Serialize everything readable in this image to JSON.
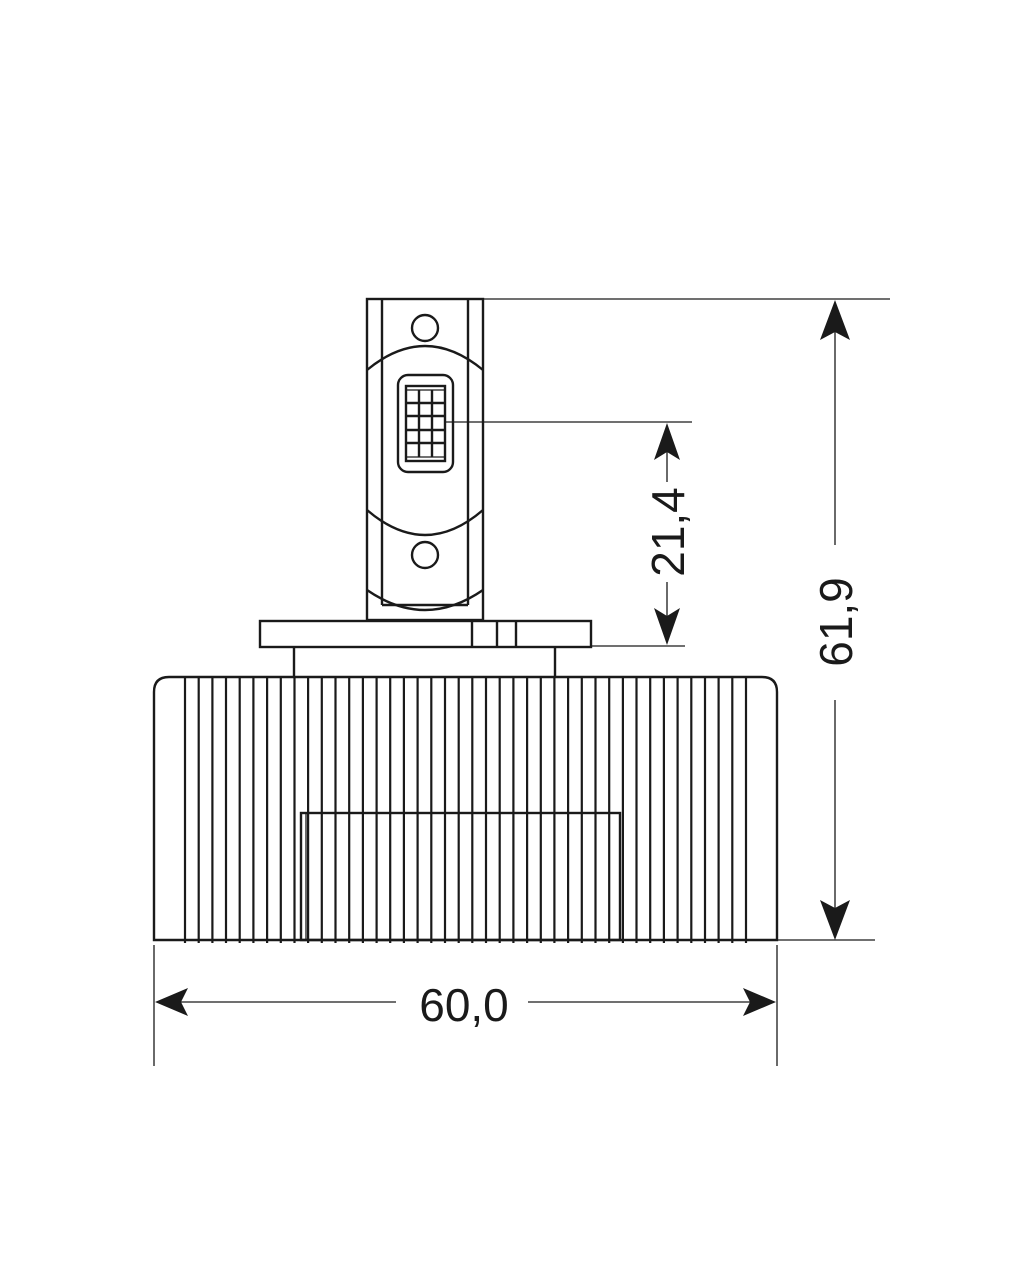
{
  "drawing": {
    "subject": "LED bulb with finned heat sink and connector base",
    "line_color": "#1a1a1a",
    "background": "#ffffff"
  },
  "dimensions": {
    "width": {
      "label": "60,0",
      "orientation": "horizontal",
      "unit": "mm"
    },
    "total_height": {
      "label": "61,9",
      "orientation": "vertical",
      "unit": "mm"
    },
    "emitter_height": {
      "label": "21,4",
      "orientation": "vertical",
      "unit": "mm"
    }
  },
  "parts": {
    "heat_sink": {
      "fin_count": 42
    },
    "led_chip": {
      "grid_rows": 5,
      "grid_cols": 3
    },
    "mounting_holes": 2
  }
}
